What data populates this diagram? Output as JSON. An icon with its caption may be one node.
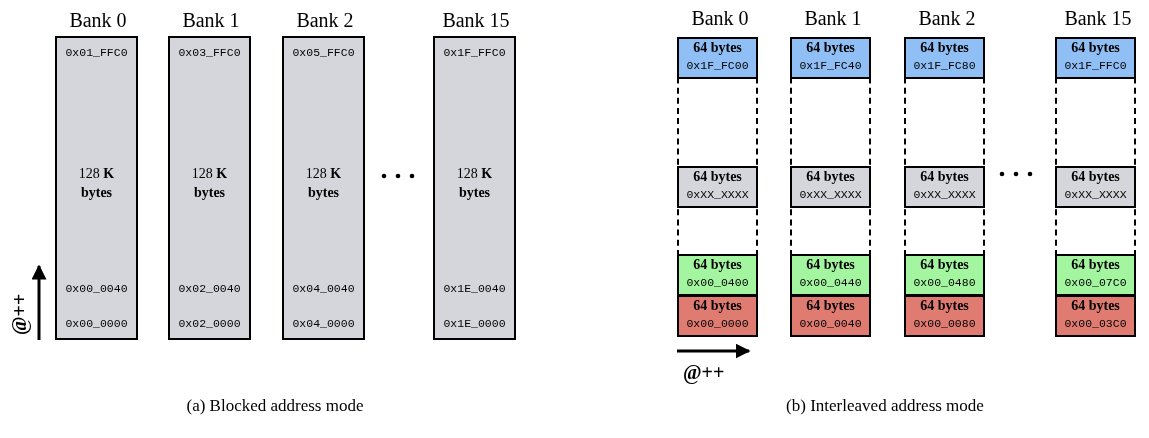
{
  "diagram": {
    "nodes": [
      {
        "text": [
          "Bank 0",
          "0x01_FFC0",
          "128 **K bytes**",
          "0x00_0040",
          "0x00_0000"
        ]
      },
      {
        "text": [
          "Bank 1",
          "0x03_FFC0",
          "128 **K bytes**",
          "0x02_0040",
          "0x02_0000"
        ]
      },
      {
        "text": [
          "Bank 2",
          "0x05_FFC0",
          "128 **K bytes**",
          "0x04_0040",
          "0x04_0000"
        ]
      },
      {
        "text": [
          "Bank 15",
          "0x1F_FFC0",
          "128 **K bytes**",
          "0x1E_0040",
          "0x1E_0000"
        ]
      },
      {
        "text": [
          "Bank 0"
        ]
      },
      {
        "text": [
          "64 bytes",
          "0x1F_FC00"
        ],
        "in": 4
      },
      {
        "text": [
          "64 bytes",
          "0xXX_XXXX"
        ],
        "in": 4
      },
      {
        "text": [
          "64 bytes",
          "0x00_0400"
        ],
        "in": 4
      },
      {
        "text": [
          "64 bytes",
          "0x00_0000"
        ],
        "in": 4
      },
      {
        "text": [
          "Bank 1"
        ]
      },
      {
        "text": [
          "64 bytes",
          "0x1F_FC40"
        ],
        "in": 9
      },
      {
        "text": [
          "64 bytes",
          "0xXX_XXXX"
        ],
        "in": 9
      },
      {
        "text": [
          "64 bytes",
          "0x00_0440"
        ],
        "in": 9
      },
      {
        "text": [
          "64 bytes",
          "0x00_0040"
        ],
        "in": 9
      },
      {
        "text": [
          "Bank 2"
        ]
      },
      {
        "text": [
          "64 bytes",
          "0x1F_FC80"
        ],
        "in": 14
      },
      {
        "text": [
          "64 bytes",
          "0xXX_XXXX"
        ],
        "in": 14
      },
      {
        "text": [
          "64 bytes",
          "0x00_0480"
        ],
        "in": 14
      },
      {
        "text": [
          "64 bytes",
          "0x00_0080"
        ],
        "in": 14
      },
      {
        "text": [
          "Bank 15"
        ]
      },
      {
        "text": [
          "64 bytes",
          "0x1F_FFC0"
        ],
        "in": 19
      },
      {
        "text": [
          "64 bytes",
          "0xXX_XXXX"
        ],
        "in": 19
      },
      {
        "text": [
          "64 bytes",
          "0x00_07C0"
        ],
        "in": 19
      },
      {
        "text": [
          "64 bytes",
          "0x00_03C0"
        ],
        "in": 19
      }
    ],
    "labels": [
      "@++",
      "@++",
      "(a) Blocked address mode",
      "(b) Interleaved address mode"
    ]
  }
}
